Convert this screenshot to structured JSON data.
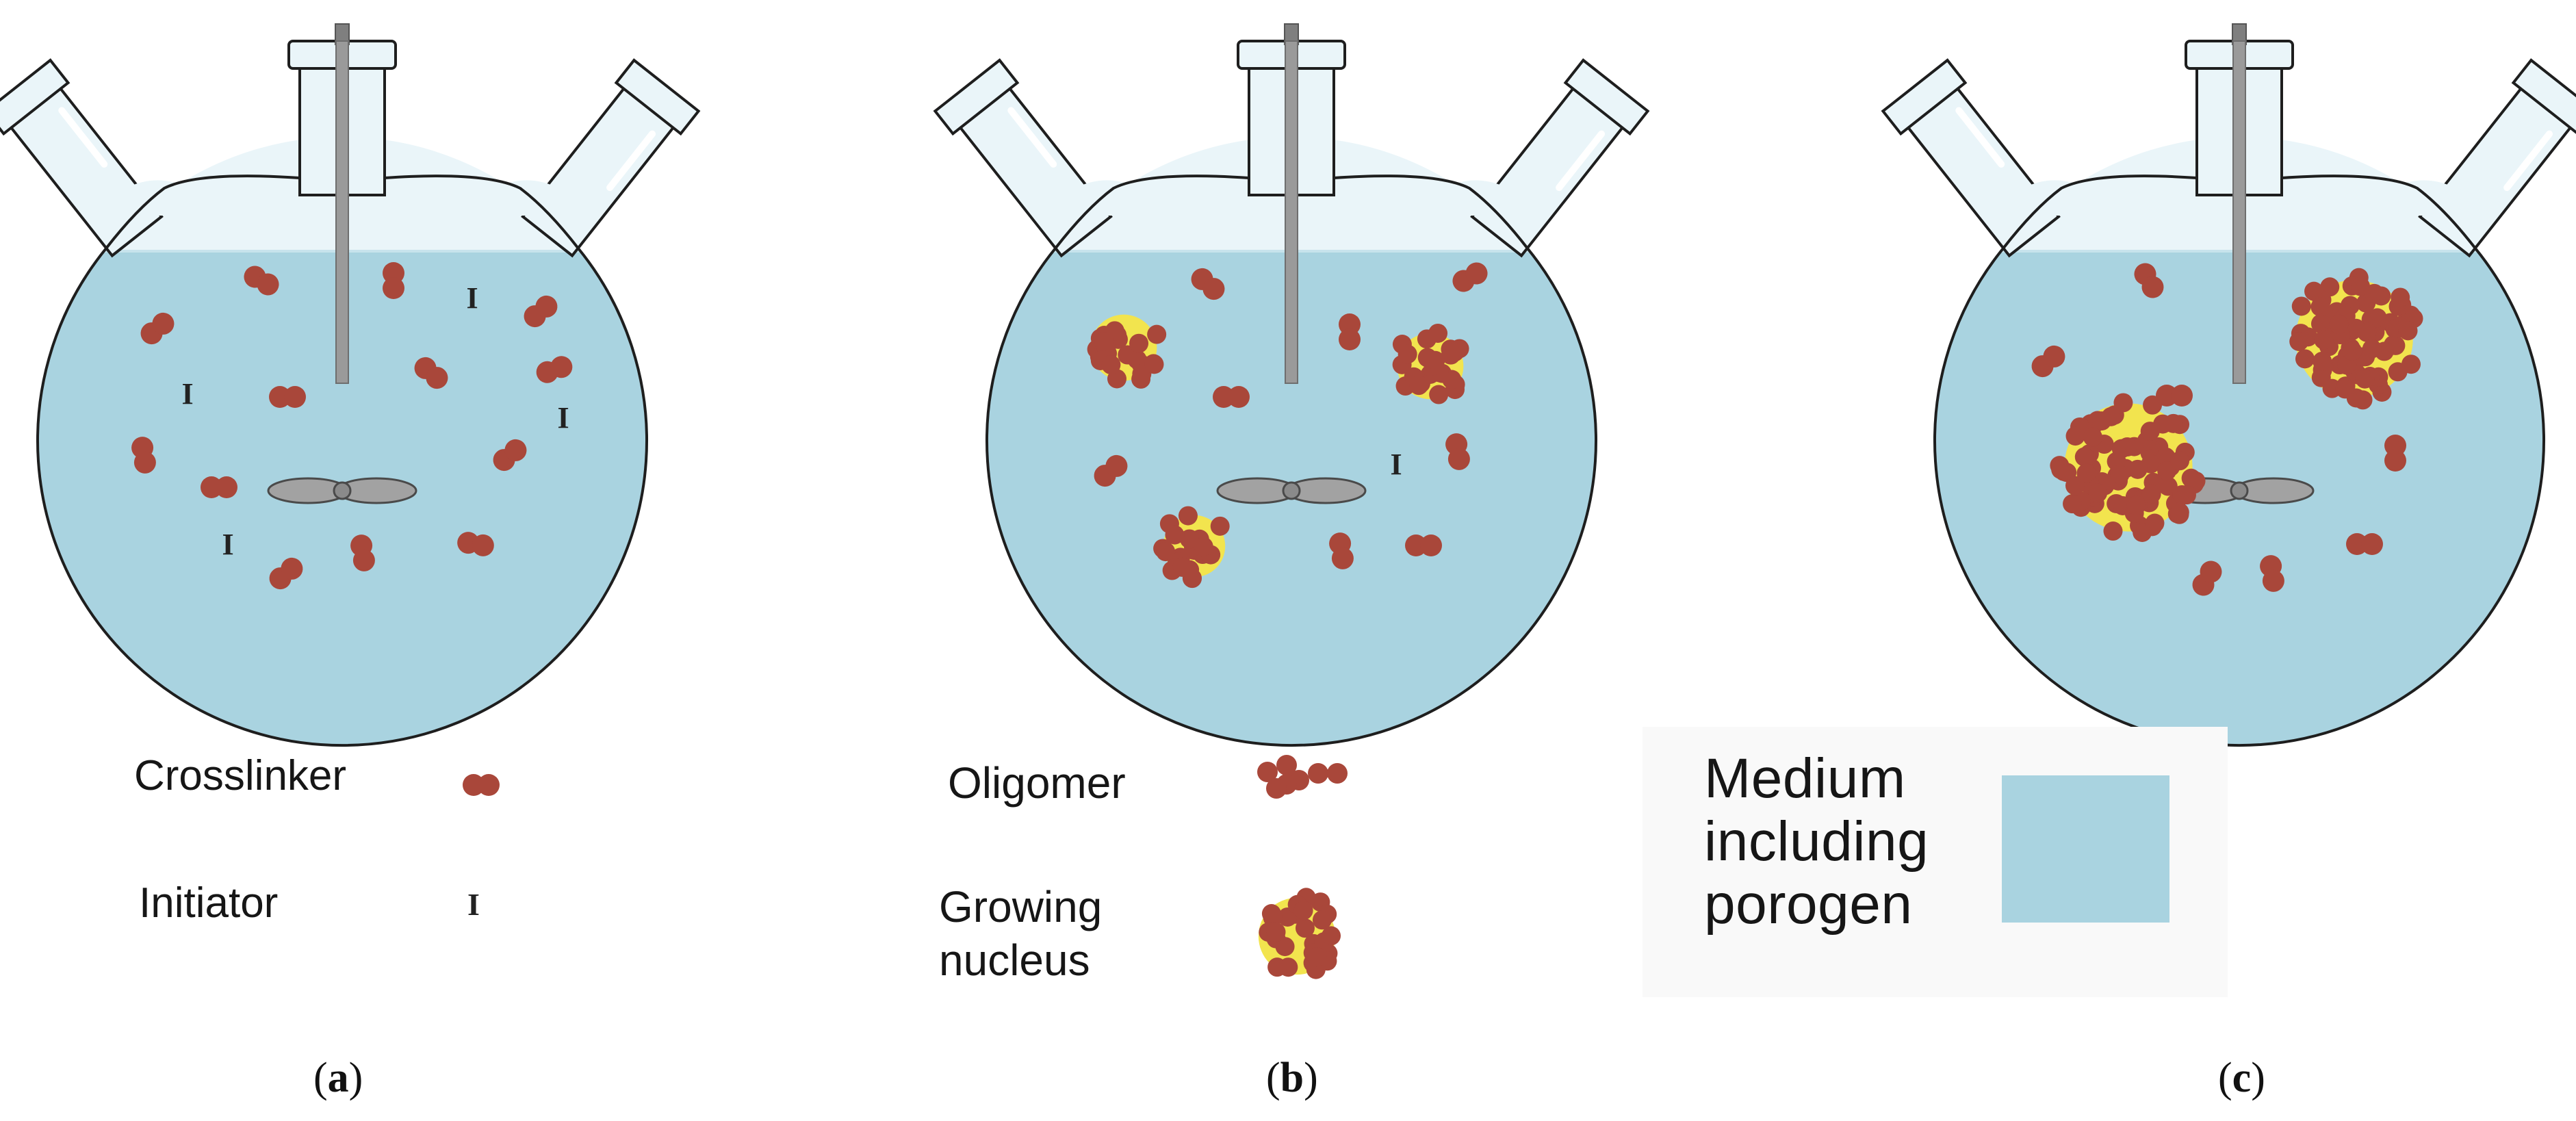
{
  "panels": [
    {
      "id": "a",
      "caption_letter": "a"
    },
    {
      "id": "b",
      "caption_letter": "b"
    },
    {
      "id": "c",
      "caption_letter": "c"
    }
  ],
  "legend": {
    "crosslinker": "Crosslinker",
    "initiator": "Initiator",
    "initiator_symbol": "I",
    "oligomer": "Oligomer",
    "growing_nucleus": "Growing\nnucleus",
    "medium": "Medium\nincluding\nporogen"
  },
  "colors": {
    "medium": "#a9d3e0",
    "particle": "#a9473a",
    "pore": "#f2e44e",
    "glass": "#eaf5f9",
    "outline": "#1e1e1e",
    "stirrer": "#9a9a9a"
  }
}
